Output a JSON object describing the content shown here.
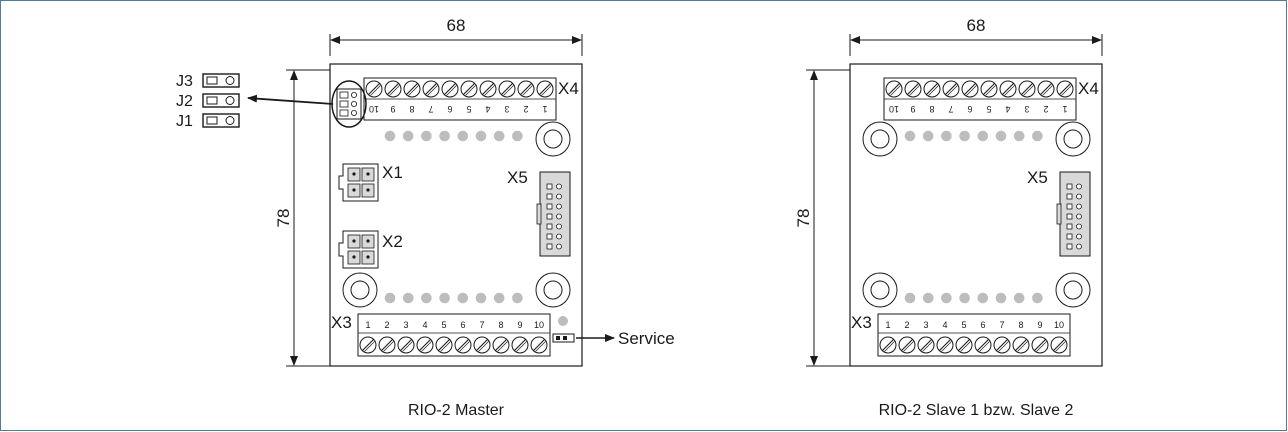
{
  "jumpers": {
    "j3": "J3",
    "j2": "J2",
    "j1": "J1"
  },
  "master": {
    "caption": "RIO-2 Master",
    "width_dim": "68",
    "height_dim": "78",
    "x4": "X4",
    "x5": "X5",
    "x3": "X3",
    "x1": "X1",
    "x2": "X2",
    "service": "Service"
  },
  "slave": {
    "caption": "RIO-2 Slave 1 bzw. Slave 2",
    "width_dim": "68",
    "height_dim": "78",
    "x4": "X4",
    "x5": "X5",
    "x3": "X3"
  },
  "terminal_numbers": [
    "1",
    "2",
    "3",
    "4",
    "5",
    "6",
    "7",
    "8",
    "9",
    "10"
  ],
  "colors": {
    "frame": "#5a7a8c",
    "line": "#1a1a1a",
    "led": "#bdbdbd",
    "connector": "#d9d9d9"
  }
}
